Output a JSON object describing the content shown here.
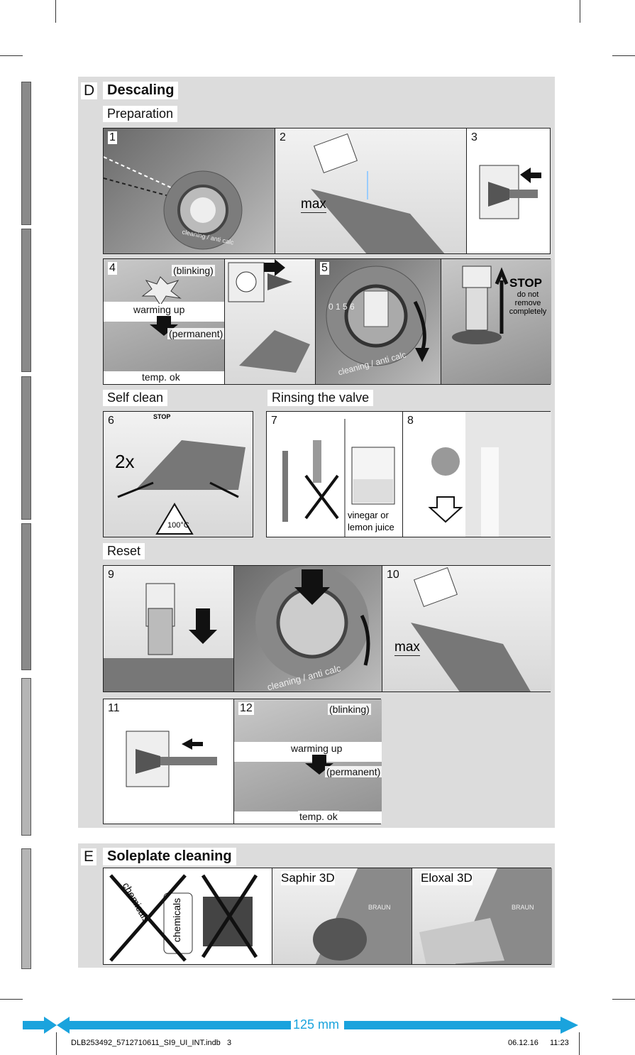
{
  "section_d": {
    "letter": "D",
    "title": "Descaling",
    "preparation": "Preparation",
    "self_clean": "Self clean",
    "rinsing": "Rinsing the valve",
    "reset": "Reset"
  },
  "steps": {
    "s1": "1",
    "s2": "2",
    "s3": "3",
    "s4": "4",
    "s5": "5",
    "s6": "6",
    "s7": "7",
    "s8": "8",
    "s9": "9",
    "s10": "10",
    "s11": "11",
    "s12": "12"
  },
  "labels": {
    "dial_text": "cleaning / anti calc",
    "max": "max",
    "blinking": "(blinking)",
    "warming_up": "warming up",
    "permanent": "(permanent)",
    "temp_ok": "temp. ok",
    "stop": "STOP",
    "stop_note": "do not remove completely",
    "two_x": "2x",
    "temp_100": "100°C",
    "vinegar": "vinegar or lemon juice",
    "dial_numbers": "0 1 5 6"
  },
  "section_e": {
    "letter": "E",
    "title": "Soleplate cleaning",
    "chemicals": "chemicals",
    "saphir": "Saphir 3D",
    "eloxal": "Eloxal 3D",
    "brand": "BRAUN"
  },
  "footer": {
    "width_label": "125 mm",
    "file": "DLB253492_5712710611_SI9_UI_INT.indb   3",
    "date": "06.12.16",
    "time": "11:23"
  },
  "colors": {
    "accent": "#1aa3dd",
    "section_bg": "#dcdcdc"
  }
}
